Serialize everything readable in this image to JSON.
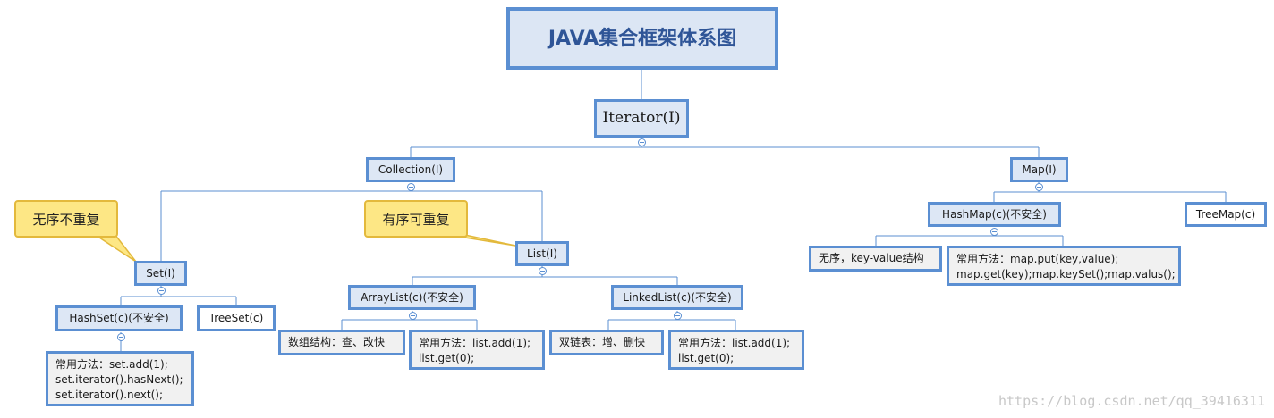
{
  "title": "JAVA集合框架体系图",
  "nodes": {
    "iterator": "Iterator(I)",
    "collection": "Collection(I)",
    "map": "Map(I)",
    "set": "Set(I)",
    "list": "List(I)",
    "hashmap": "HashMap(c)(不安全)",
    "treemap": "TreeMap(c)",
    "hashset": "HashSet(c)(不安全)",
    "treeset": "TreeSet(c)",
    "arraylist": "ArrayList(c)(不安全)",
    "linkedlist": "LinkedList(c)(不安全)"
  },
  "notes": {
    "hashset_methods": "常用方法：set.add(1);\nset.iterator().hasNext();\nset.iterator().next();",
    "arraylist_struct": "数组结构：查、改快",
    "arraylist_methods": "常用方法：list.add(1);\nlist.get(0);",
    "linkedlist_struct": "双链表：增、删快",
    "linkedlist_methods": "常用方法：list.add(1);\nlist.get(0);",
    "hashmap_struct": "无序，key-value结构",
    "hashmap_methods": "常用方法：map.put(key,value);\nmap.get(key);map.keySet();map.valus();"
  },
  "callouts": {
    "set": "无序不重复",
    "list": "有序可重复"
  },
  "watermark": "https://blog.csdn.net/qq_39416311",
  "colors": {
    "border": "#5b8fd2",
    "node_fill": "#dde7f5",
    "note_fill": "#f1f1f1",
    "callout_fill": "#fde785",
    "title_text": "#2f5597"
  }
}
